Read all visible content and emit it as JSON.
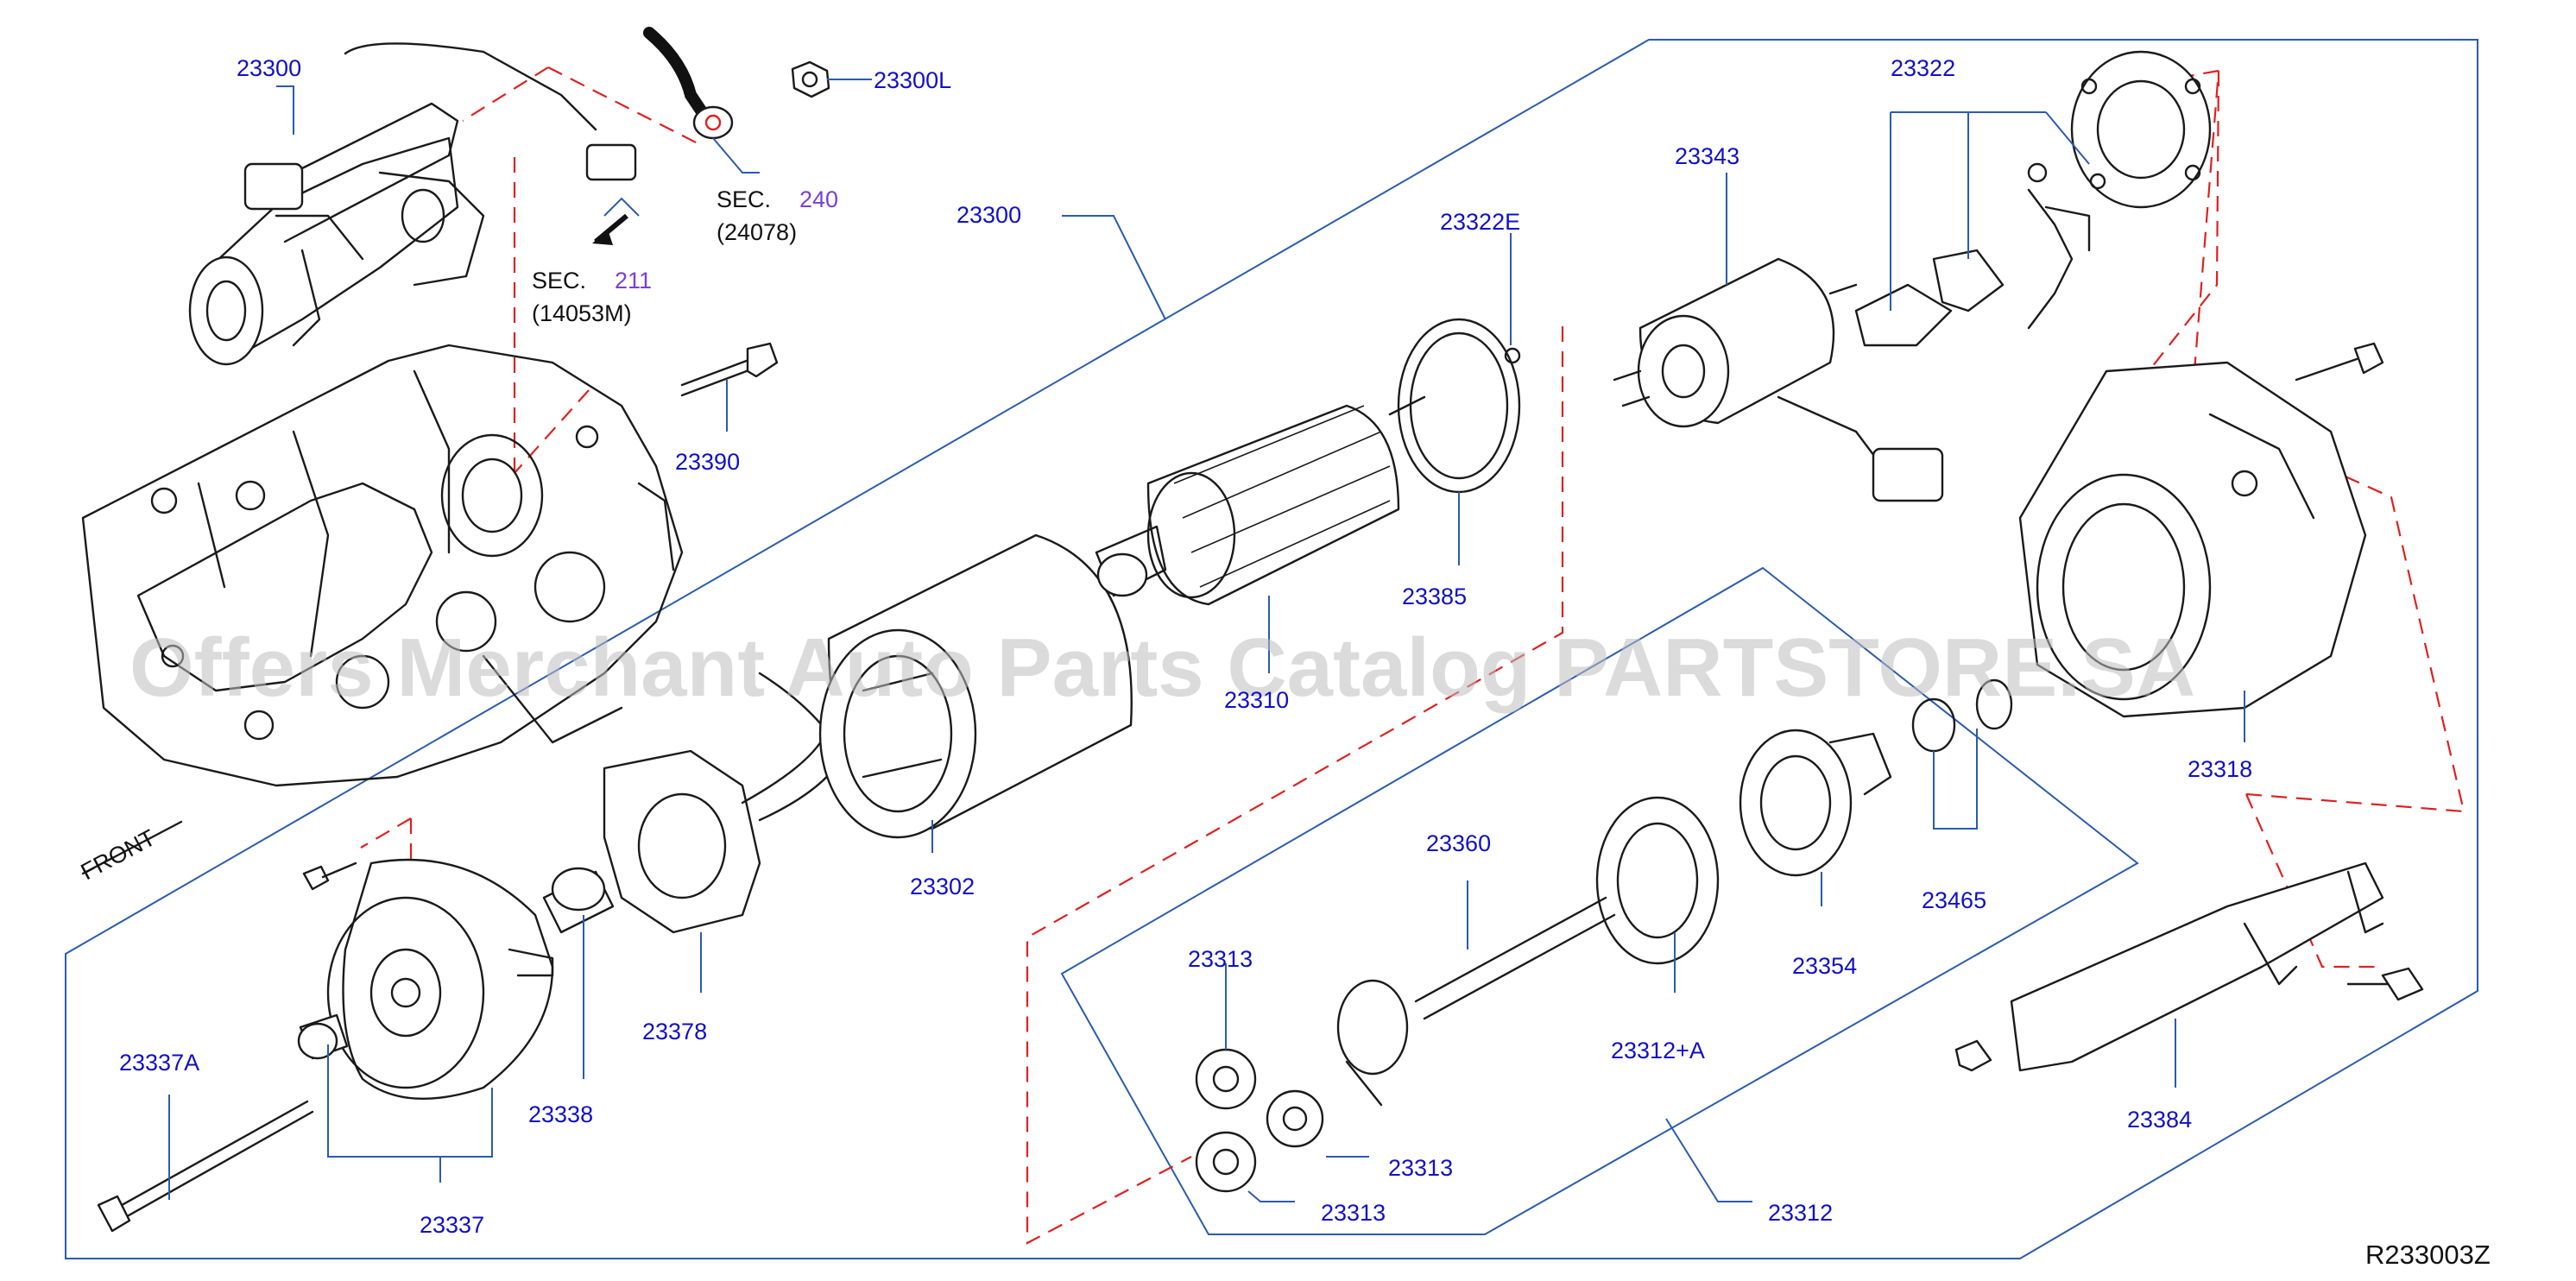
{
  "diagram": {
    "reference_code": "R233003Z",
    "orientation_label": "FRONT",
    "watermark": "Offers Merchant Auto Parts Catalog PARTSTORE.SA",
    "section_refs": [
      {
        "prefix": "SEC.",
        "number": "240",
        "code": "(24078)"
      },
      {
        "prefix": "SEC.",
        "number": "211",
        "code": "(14053M)"
      }
    ],
    "labels": {
      "starter_assy_top": "23300",
      "terminal_nut": "23300L",
      "starter_assy_group": "23300",
      "brush_cover": "23322E",
      "bracket": "23322",
      "magnetic_switch": "23343",
      "mount_bolt": "23390",
      "yoke_ring": "23385",
      "armature": "23310",
      "yoke": "23302",
      "gear_case": "23318",
      "brush_holder": "23378",
      "rear_cover_bolt": "23337A",
      "bearing": "23338",
      "rear_cover": "23337",
      "pinion_shaft": "23360",
      "internal_gear": "23312+A",
      "clutch": "23354",
      "stop_ring": "23465",
      "planet_gear_a": "23313",
      "planet_gear_b": "23313",
      "planet_gear_c": "23313",
      "gear_set": "23312",
      "lever_bracket": "23384"
    }
  }
}
